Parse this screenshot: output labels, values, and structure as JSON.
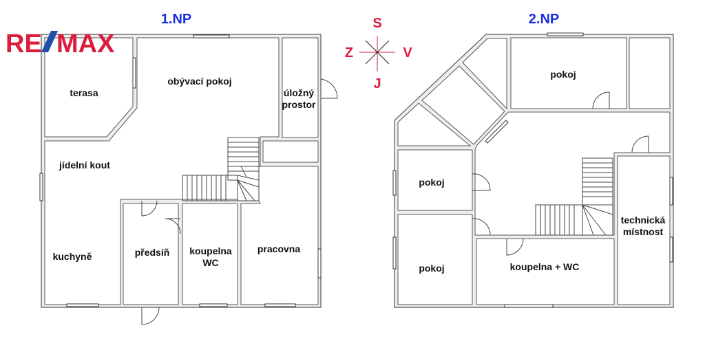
{
  "logo": {
    "text": "RE/MAX",
    "part1": "RE",
    "part2": "MAX",
    "colors": {
      "red": "#dc1c3c",
      "blue": "#1f4fa8"
    }
  },
  "compass": {
    "north": "S",
    "south": "J",
    "west": "Z",
    "east": "V"
  },
  "floor1": {
    "title": "1.NP",
    "rooms": [
      "terasa",
      "obývací pokoj",
      "úložný",
      "prostor",
      "jídelní kout",
      "kuchyně",
      "předsíň",
      "koupelna",
      "WC",
      "pracovna"
    ]
  },
  "floor2": {
    "title": "2.NP",
    "rooms": [
      "pokoj",
      "pokoj",
      "pokoj",
      "koupelna + WC",
      "technická",
      "místnost"
    ]
  }
}
